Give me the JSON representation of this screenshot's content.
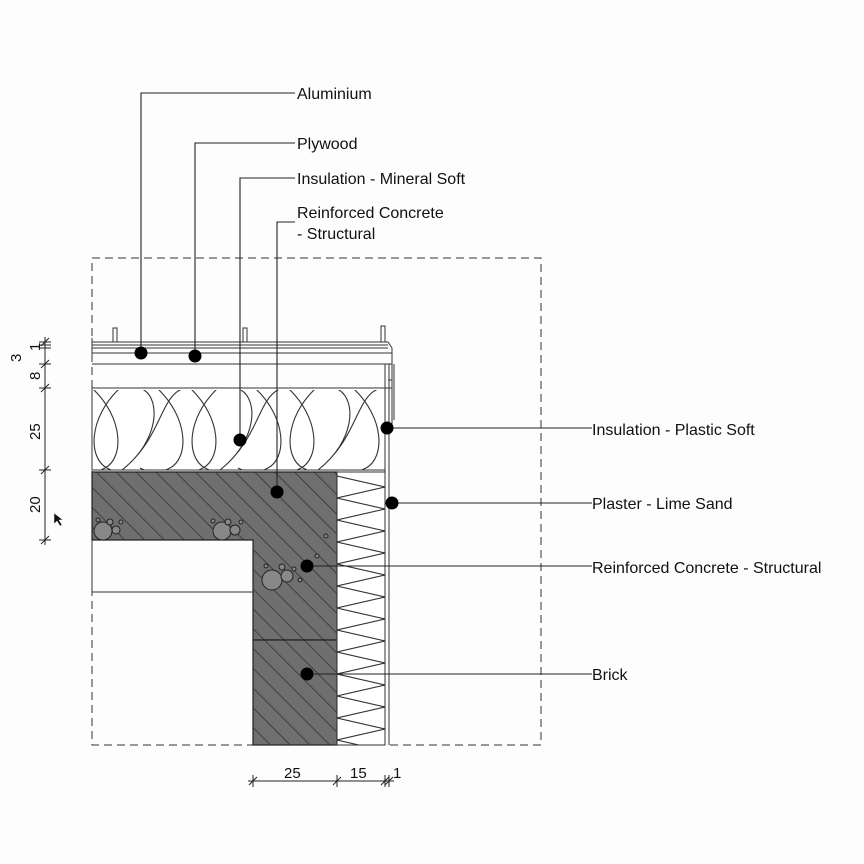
{
  "labels": {
    "aluminium": "Aluminium",
    "plywood": "Plywood",
    "insulation_mineral": "Insulation - Mineral Soft",
    "concrete_top_line1": "Reinforced Concrete",
    "concrete_top_line2": "- Structural",
    "insulation_plastic": "Insulation - Plastic Soft",
    "plaster": "Plaster - Lime Sand",
    "concrete_right": "Reinforced Concrete - Structural",
    "brick": "Brick"
  },
  "dimensions": {
    "vertical": [
      "3",
      "1",
      "8",
      "25",
      "20"
    ],
    "horizontal": [
      "25",
      "15",
      "1"
    ]
  }
}
